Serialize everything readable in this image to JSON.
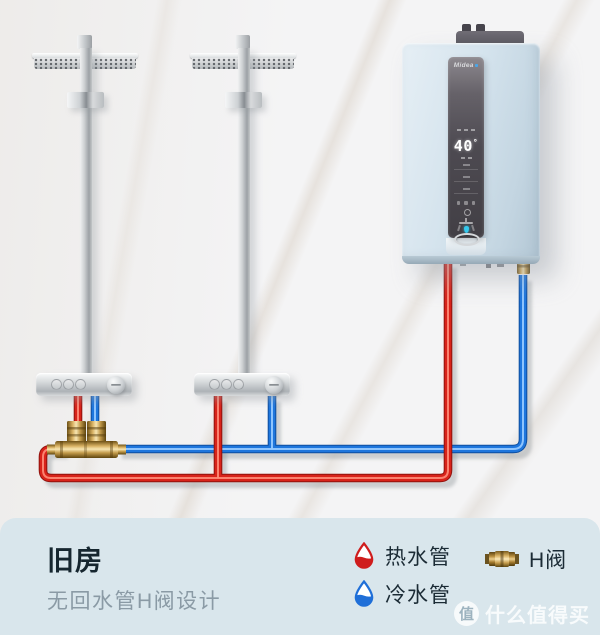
{
  "banner": {
    "title": "旧房",
    "subtitle": "无回水管H阀设计",
    "legend": {
      "hot": {
        "label": "热水管",
        "color": "#d2201a",
        "icon": "hot-water-drop-icon"
      },
      "cold": {
        "label": "冷水管",
        "color": "#1f6fd8",
        "icon": "cold-water-drop-icon"
      },
      "valve": {
        "label": "H阀",
        "color": "#c59a4d",
        "icon": "h-valve-icon"
      }
    }
  },
  "heater": {
    "brand": "Midea",
    "display_temperature": "40",
    "display_unit": "°"
  },
  "watermark": {
    "badge": "值",
    "site": "什么值得买"
  },
  "colors": {
    "hot_pipe": "#d8231a",
    "cold_pipe": "#1e76dd",
    "brass": "#c59a4d",
    "banner_bg": "#d9e6ec",
    "heater_body": "#cfdfe9",
    "title_text": "#16262f",
    "subtitle_text": "#8a9aa5"
  }
}
